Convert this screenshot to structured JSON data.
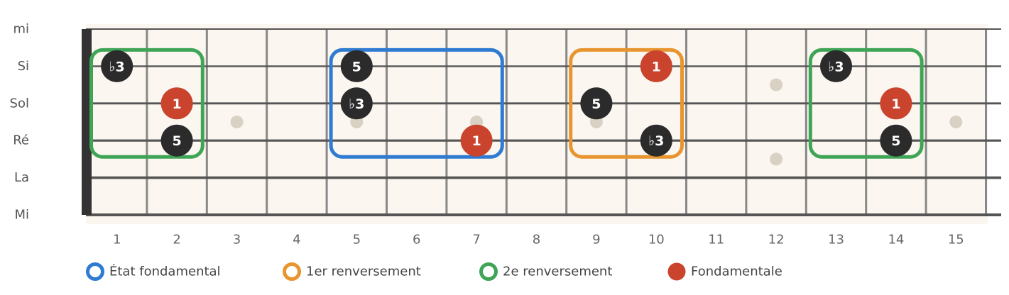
{
  "strings": [
    "mi",
    "Si",
    "Sol",
    "Ré",
    "La",
    "Mi"
  ],
  "frets": [
    "1",
    "2",
    "3",
    "4",
    "5",
    "6",
    "7",
    "8",
    "9",
    "10",
    "11",
    "12",
    "13",
    "14",
    "15"
  ],
  "inlays": [
    {
      "fret": 3,
      "between": [
        2,
        3
      ]
    },
    {
      "fret": 5,
      "between": [
        2,
        3
      ]
    },
    {
      "fret": 7,
      "between": [
        2,
        3
      ]
    },
    {
      "fret": 9,
      "between": [
        2,
        3
      ]
    },
    {
      "fret": 12,
      "between": [
        1,
        2
      ]
    },
    {
      "fret": 12,
      "between": [
        3,
        4
      ]
    },
    {
      "fret": 15,
      "between": [
        2,
        3
      ]
    }
  ],
  "shapes": [
    {
      "type": "2e renversement",
      "color": "#3fa556",
      "fret_from": 1,
      "fret_to": 2,
      "string_from": 1,
      "string_to": 3
    },
    {
      "type": "État fondamental",
      "color": "#2e7bd1",
      "fret_from": 5,
      "fret_to": 7,
      "string_from": 1,
      "string_to": 3
    },
    {
      "type": "1er renversement",
      "color": "#e8952f",
      "fret_from": 9,
      "fret_to": 10,
      "string_from": 1,
      "string_to": 3
    },
    {
      "type": "2e renversement",
      "color": "#3fa556",
      "fret_from": 13,
      "fret_to": 14,
      "string_from": 1,
      "string_to": 3
    }
  ],
  "notes": [
    {
      "string": 1,
      "fret": 1,
      "label": "♭3",
      "root": false
    },
    {
      "string": 2,
      "fret": 2,
      "label": "1",
      "root": true
    },
    {
      "string": 3,
      "fret": 2,
      "label": "5",
      "root": false
    },
    {
      "string": 1,
      "fret": 5,
      "label": "5",
      "root": false
    },
    {
      "string": 2,
      "fret": 5,
      "label": "♭3",
      "root": false
    },
    {
      "string": 3,
      "fret": 7,
      "label": "1",
      "root": true
    },
    {
      "string": 1,
      "fret": 10,
      "label": "1",
      "root": true
    },
    {
      "string": 2,
      "fret": 9,
      "label": "5",
      "root": false
    },
    {
      "string": 3,
      "fret": 10,
      "label": "♭3",
      "root": false
    },
    {
      "string": 1,
      "fret": 13,
      "label": "♭3",
      "root": false
    },
    {
      "string": 2,
      "fret": 14,
      "label": "1",
      "root": true
    },
    {
      "string": 3,
      "fret": 14,
      "label": "5",
      "root": false
    }
  ],
  "legend": [
    {
      "label": "État fondamental",
      "kind": "ring",
      "color": "#2e7bd1"
    },
    {
      "label": "1er renversement",
      "kind": "ring",
      "color": "#e8952f"
    },
    {
      "label": "2e renversement",
      "kind": "ring",
      "color": "#3fa556"
    },
    {
      "label": "Fondamentale",
      "kind": "dot",
      "color": "#c9432d"
    }
  ],
  "colors": {
    "board": "#fbf6ef",
    "string": "#555555",
    "fret": "#888888",
    "nut": "#333333",
    "inlay": "#d9d1c3",
    "note": "#2b2b2b",
    "root": "#c9432d"
  }
}
